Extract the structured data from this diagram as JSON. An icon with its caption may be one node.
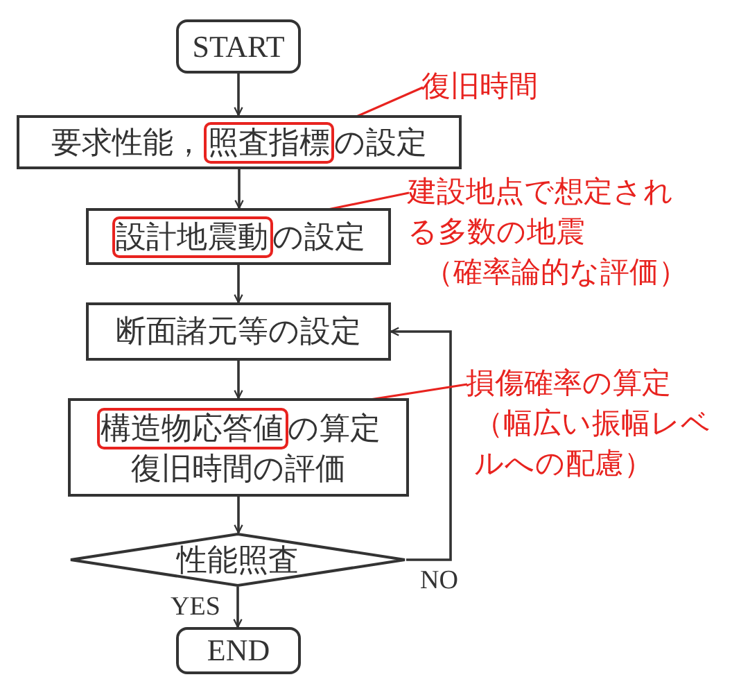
{
  "diagram": {
    "nodes": [
      {
        "text": [
          "START"
        ]
      },
      {
        "text": [
          "要求性能，",
          "の設定"
        ]
      },
      {
        "text": [
          "照査指標"
        ],
        "in": 1
      },
      {
        "text": [
          "復旧時間"
        ]
      },
      {
        "text": [
          "の設定"
        ]
      },
      {
        "text": [
          "設計地震動"
        ],
        "in": 4
      },
      {
        "text": [
          "建設地点で想定される多数の地震",
          "（確率論的な評価）"
        ]
      },
      {
        "text": [
          "断面諸元等の設定"
        ]
      },
      {
        "text": [
          "の算定",
          "復旧時間の評価"
        ]
      },
      {
        "text": [
          "構造物応答値"
        ],
        "in": 8
      },
      {
        "text": [
          "損傷確率の算定",
          "（幅広い振幅レベルへの配慮）"
        ]
      },
      {
        "text": [
          "性能照査"
        ]
      },
      {
        "text": [
          "END"
        ]
      }
    ],
    "edges": [
      {
        "from": 0,
        "to": 1,
        "arrow": "to"
      },
      {
        "from": 1,
        "to": 4,
        "arrow": "to"
      },
      {
        "from": 4,
        "to": 7,
        "arrow": "to"
      },
      {
        "from": 7,
        "to": 8,
        "arrow": "to"
      },
      {
        "from": 8,
        "to": 11,
        "arrow": "to"
      },
      {
        "from": 11,
        "to": 12,
        "arrow": "to",
        "label": "YES"
      },
      {
        "from": 11,
        "to": 7,
        "arrow": "to",
        "label": "NO"
      },
      {
        "from": 3,
        "to": 2,
        "arrow": "none",
        "color": "#e8231f"
      },
      {
        "from": 6,
        "to": 5,
        "arrow": "none",
        "color": "#e8231f"
      },
      {
        "from": 10,
        "to": 9,
        "arrow": "none",
        "color": "#e8231f"
      }
    ]
  }
}
